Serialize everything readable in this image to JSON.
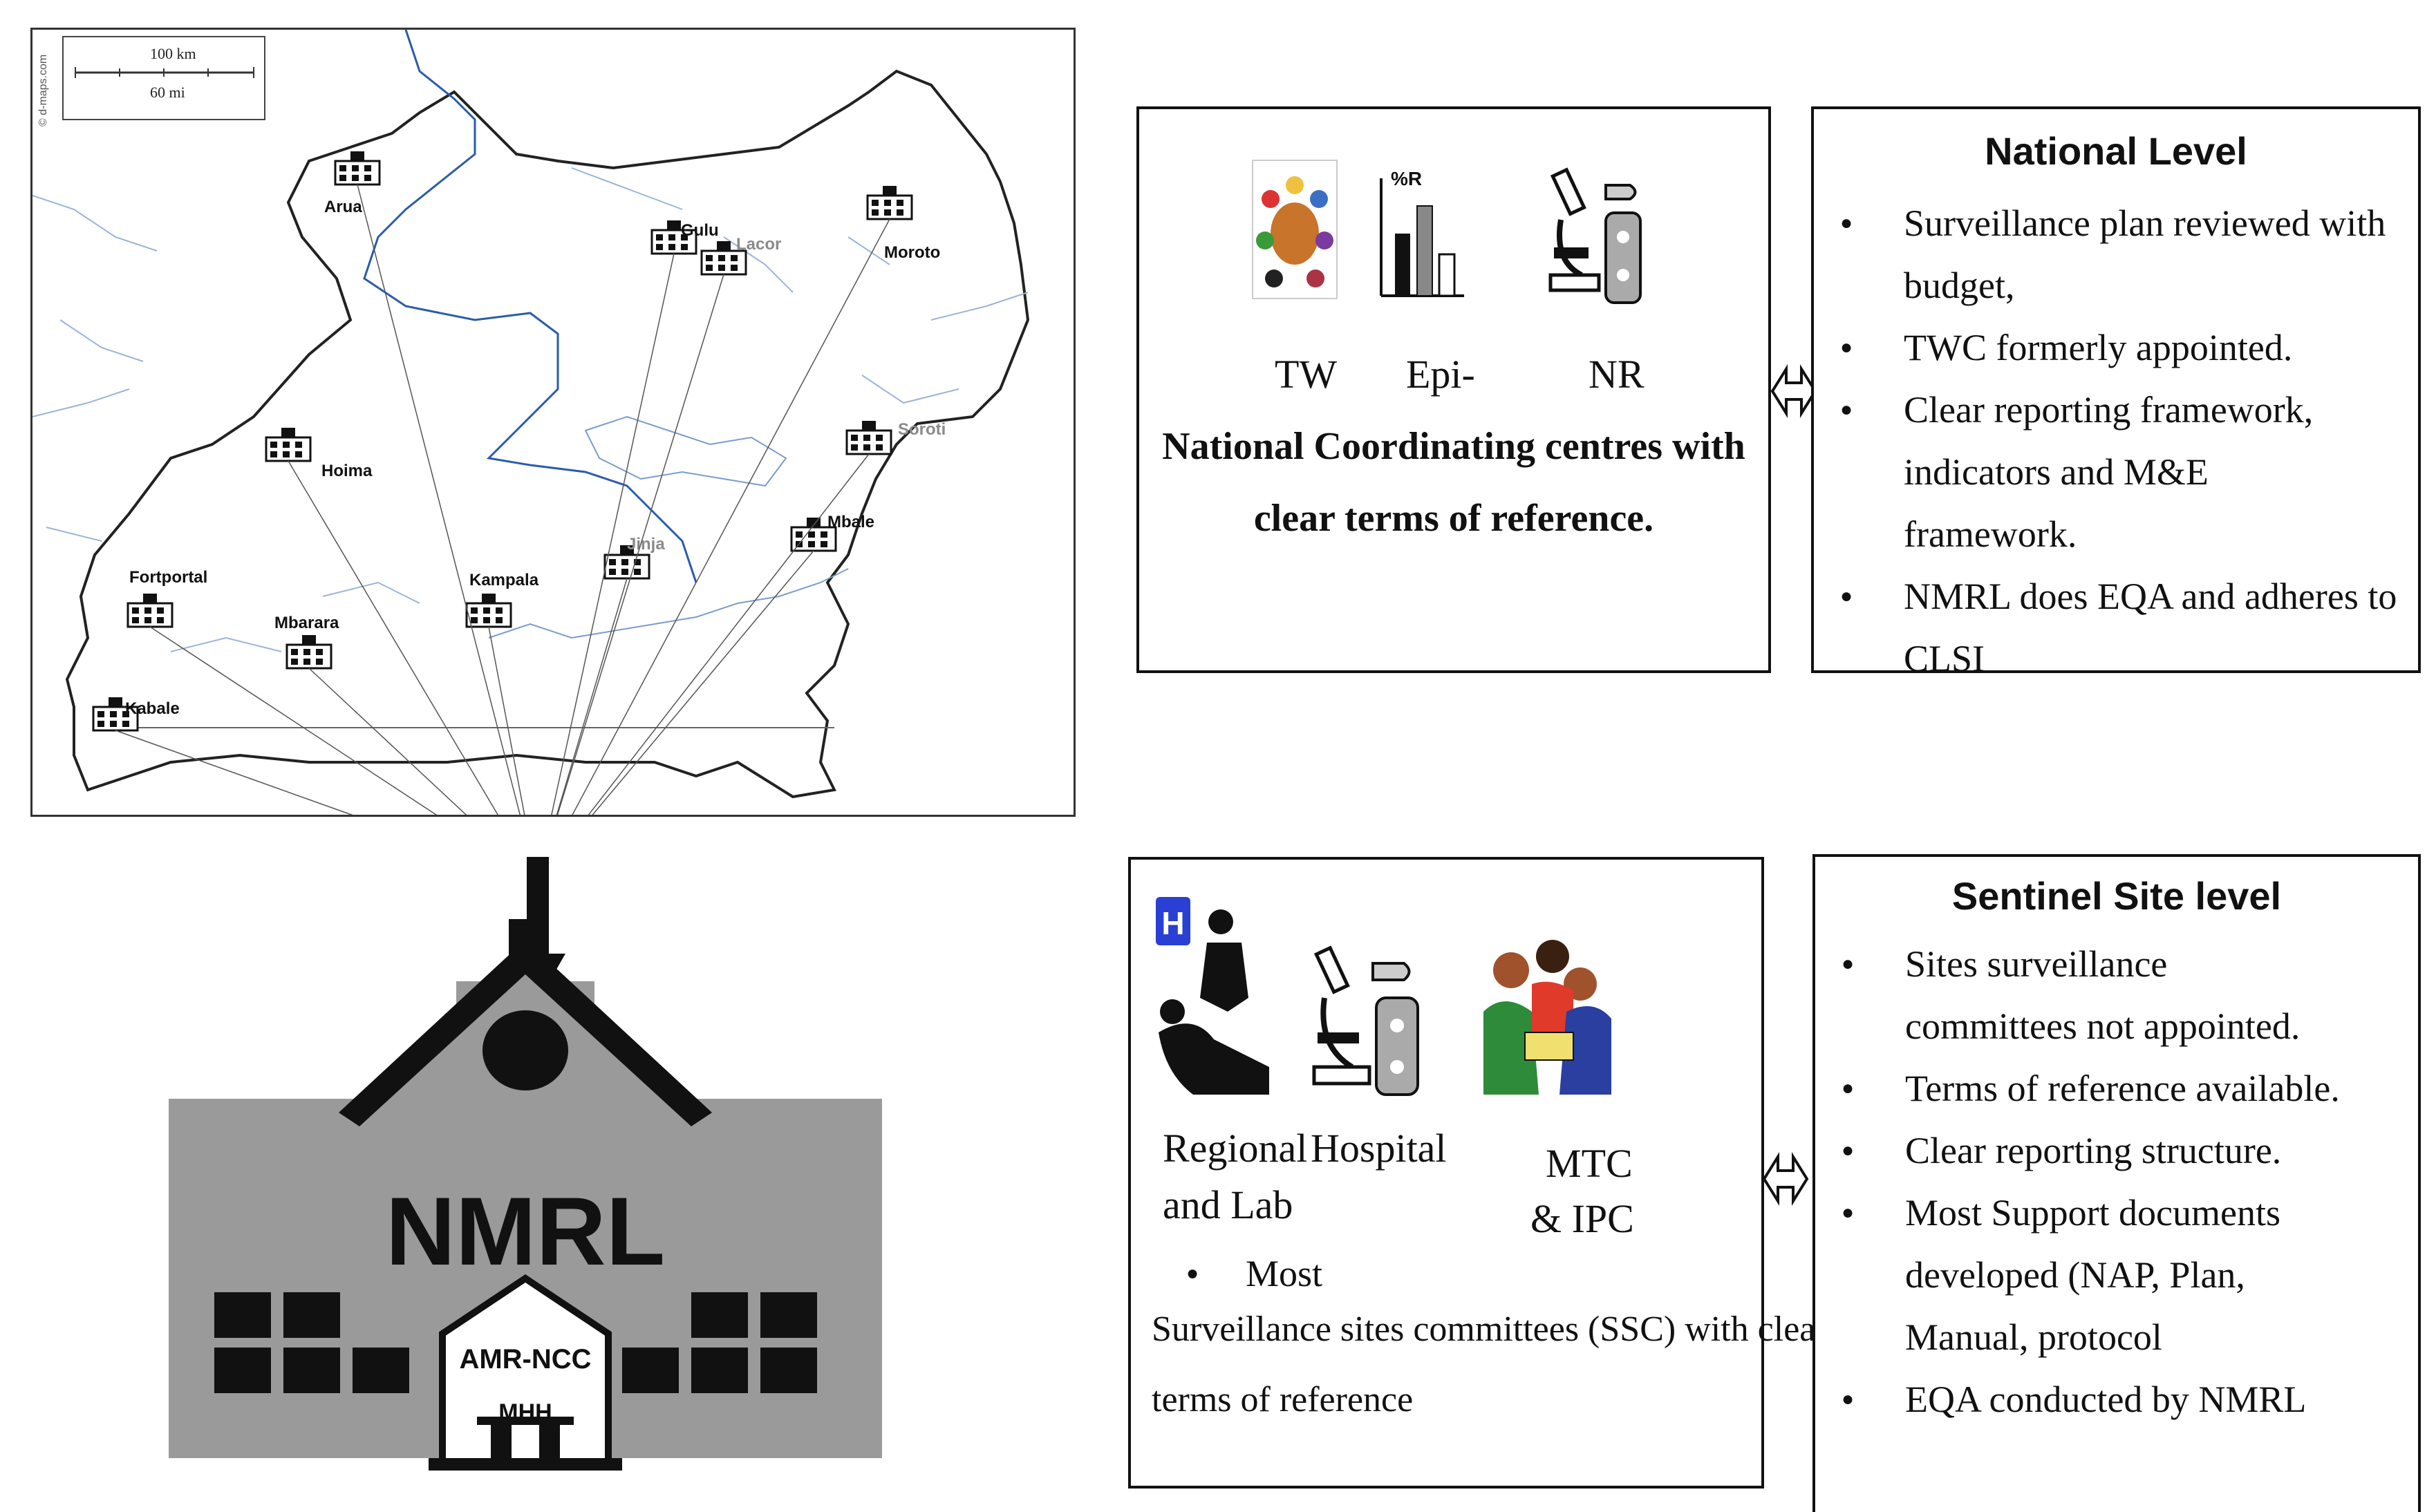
{
  "map": {
    "scale_km": "100 km",
    "scale_mi": "60 mi",
    "credit": "© d-maps.com",
    "cities": [
      {
        "name": "Arua",
        "style": "bold"
      },
      {
        "name": "Gulu",
        "style": "bold"
      },
      {
        "name": "Lacor",
        "style": "grey"
      },
      {
        "name": "Moroto",
        "style": "bold"
      },
      {
        "name": "Soroti",
        "style": "grey"
      },
      {
        "name": "Hoima",
        "style": "bold"
      },
      {
        "name": "Mbale",
        "style": "bold"
      },
      {
        "name": "Jinja",
        "style": "grey"
      },
      {
        "name": "Fortportal",
        "style": "bold"
      },
      {
        "name": "Kampala",
        "style": "bold"
      },
      {
        "name": "Mbarara",
        "style": "bold"
      },
      {
        "name": "Kabale",
        "style": "bold"
      }
    ]
  },
  "building": {
    "name": "NMRL",
    "door_label": "AMR-NCC",
    "sub_label": "MHH"
  },
  "national_box": {
    "icon_labels": [
      "TW",
      "Epi-",
      "NR"
    ],
    "chart_icon_label": "%R",
    "text_line1": "National Coordinating centres with",
    "text_line2": "clear terms of reference."
  },
  "national_level": {
    "title": "National Level",
    "items": [
      {
        "line1": "Surveillance plan reviewed with",
        "line2": "budget,"
      },
      {
        "line1": "TWC formerly appointed.",
        "line2": ""
      },
      {
        "line1": "Clear reporting framework,",
        "line2": "indicators and M&E",
        "line3": "framework."
      },
      {
        "line1": "NMRL does EQA and adheres to",
        "line2": "CLSI"
      }
    ]
  },
  "sentinel_box": {
    "icon_labels": {
      "regional_1": "Regional",
      "regional_2": "and Lab",
      "hospital": "Hospital",
      "mtc_1": "MTC",
      "mtc_2": "& IPC"
    },
    "bullet": "Most",
    "text_line1": "Surveillance sites committees (SSC) with clear",
    "text_line2": "terms of reference"
  },
  "sentinel_level": {
    "title": "Sentinel Site level",
    "items": [
      {
        "line1": "Sites surveillance",
        "line2": "committees not appointed."
      },
      {
        "line1": "Terms of reference available.",
        "line2": ""
      },
      {
        "line1": "Clear reporting structure.",
        "line2": ""
      },
      {
        "line1": "Most Support documents",
        "line2": "developed  (NAP, Plan,",
        "line3": "Manual, protocol"
      },
      {
        "line1": "EQA conducted by NMRL",
        "line2": ""
      }
    ]
  }
}
